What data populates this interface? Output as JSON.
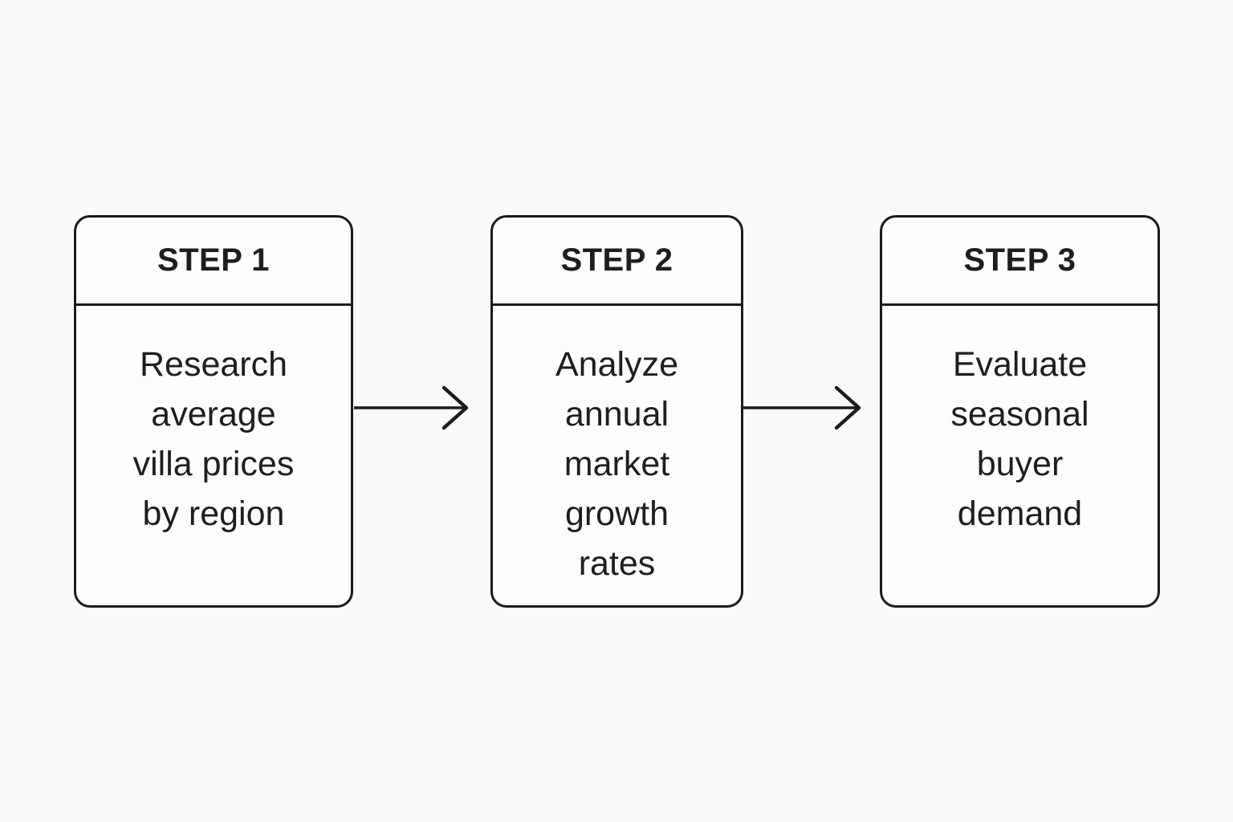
{
  "diagram": {
    "title": "three-step process flow",
    "steps": [
      {
        "label": "STEP 1",
        "lines": [
          "Research",
          "average",
          "villa prices",
          "by region"
        ]
      },
      {
        "label": "STEP 2",
        "lines": [
          "Analyze",
          "annual",
          "market",
          "growth",
          "rates"
        ]
      },
      {
        "label": "STEP 3",
        "lines": [
          "Evaluate",
          "seasonal",
          "buyer",
          "demand"
        ]
      }
    ],
    "arrows": [
      {
        "name": "arrow-step1-to-step2",
        "direction": "right"
      },
      {
        "name": "arrow-step2-to-step3",
        "direction": "right"
      }
    ],
    "colors": {
      "background": "#fafaf8",
      "box_fill": "#fdfdfc",
      "border": "#1b1b1b",
      "text": "#1e1e1e"
    }
  }
}
